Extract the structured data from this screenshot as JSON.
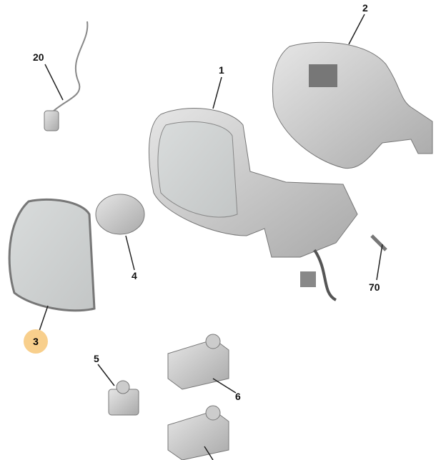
{
  "labels": {
    "p20": "20",
    "p2": "2",
    "p1": "1",
    "p4": "4",
    "p70": "70",
    "p3": "3",
    "p5": "5",
    "p6": "6"
  },
  "highlight_color": "#f8cf8c"
}
